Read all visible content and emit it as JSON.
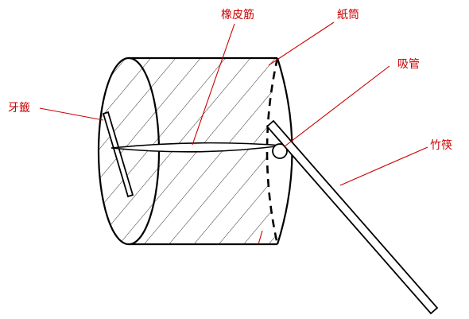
{
  "labels": {
    "rubber_band": "橡皮筋",
    "paper_tube": "紙筒",
    "straw": "吸管",
    "toothpick": "牙籤",
    "chopstick": "竹筷"
  },
  "colors": {
    "outline": "#000000",
    "leader_line": "#cc0000",
    "label_text": "#cc0000",
    "background": "#ffffff"
  }
}
